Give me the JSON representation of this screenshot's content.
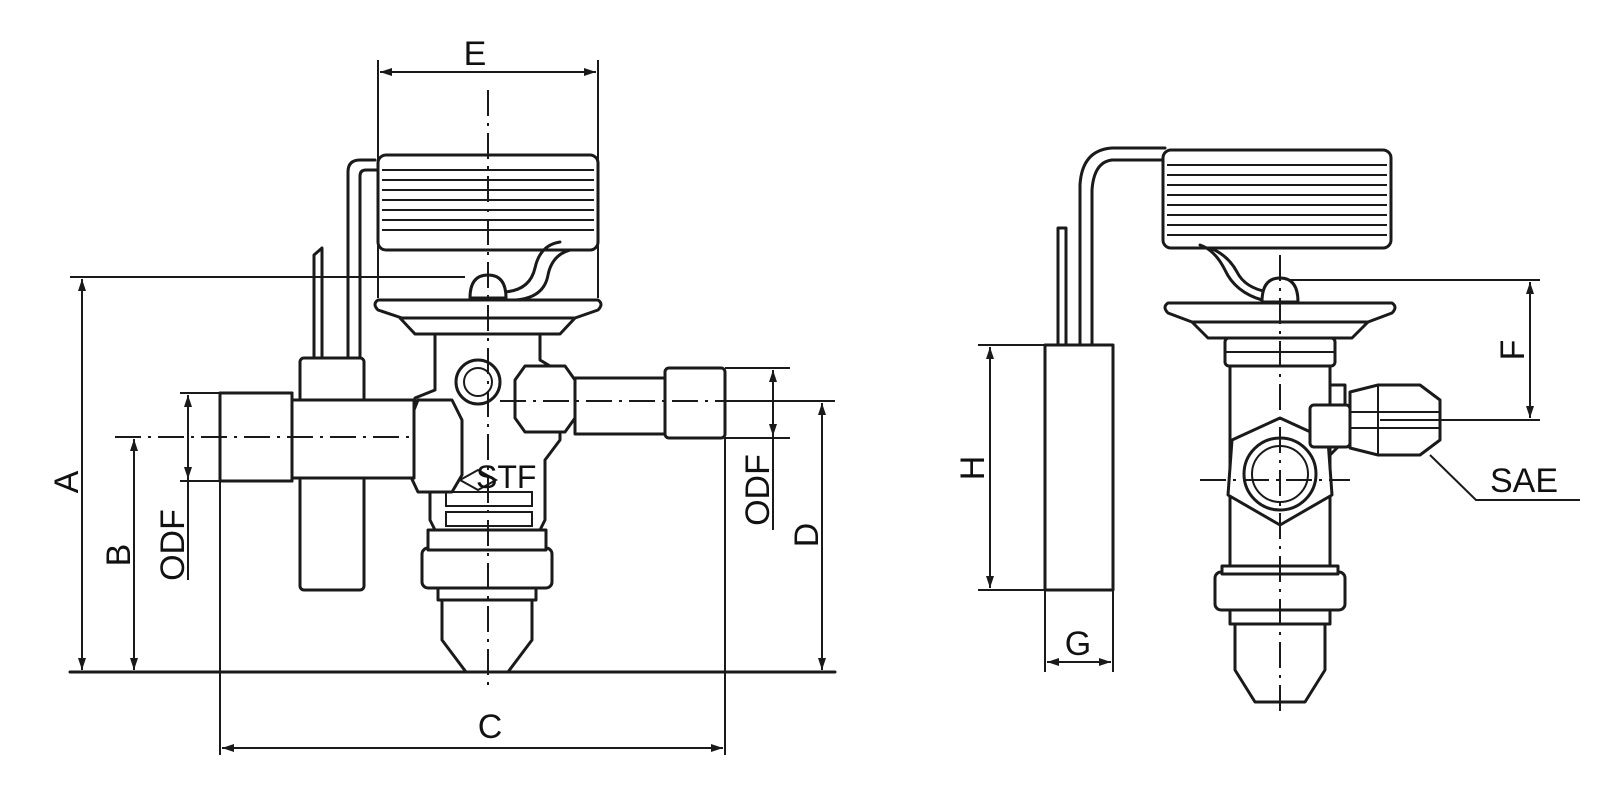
{
  "colors": {
    "line": "#1a1a1a",
    "background": "#ffffff"
  },
  "front_view": {
    "dim_a": "A",
    "dim_b": "B",
    "dim_c": "C",
    "dim_d": "D",
    "dim_e": "E",
    "odf_left": "ODF",
    "odf_right": "ODF",
    "body_marking": "STF"
  },
  "side_view": {
    "dim_f": "F",
    "dim_g": "G",
    "dim_h": "H",
    "fitting": "SAE"
  }
}
